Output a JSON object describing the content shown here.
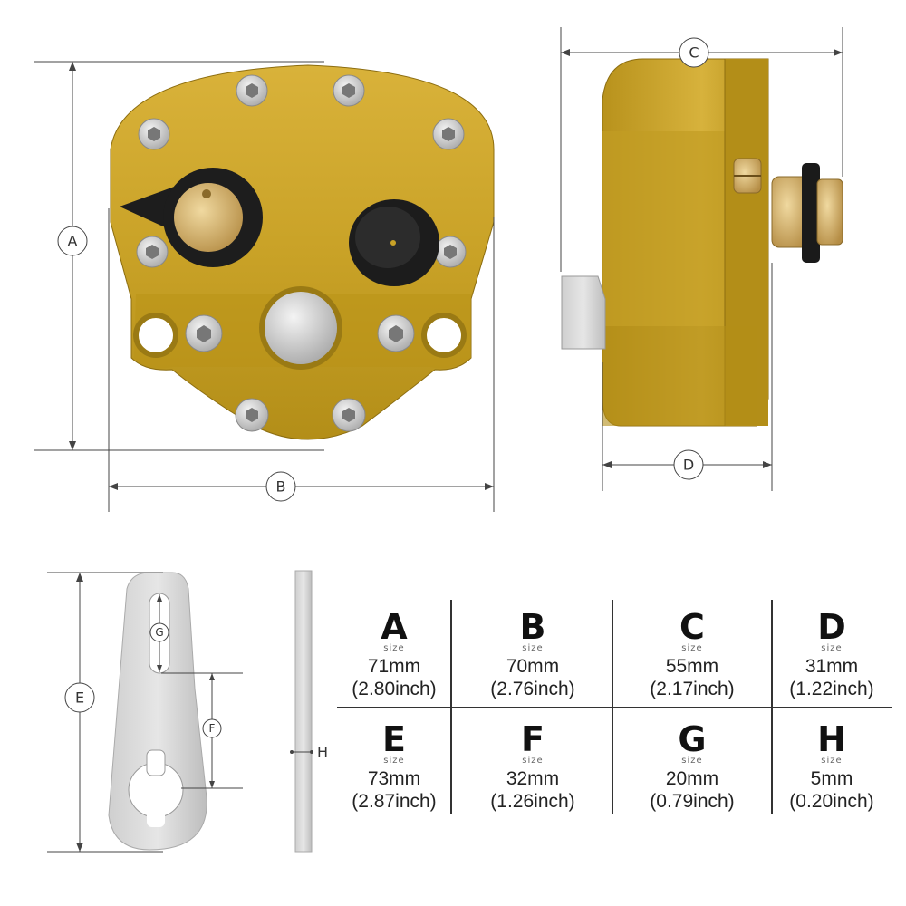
{
  "labels": {
    "A": "A",
    "B": "B",
    "C": "C",
    "D": "D",
    "E": "E",
    "F": "F",
    "G": "G",
    "H": "H"
  },
  "size_word": "size",
  "table": [
    {
      "letter": "A",
      "mm": "71mm",
      "inch": "(2.80inch)"
    },
    {
      "letter": "B",
      "mm": "70mm",
      "inch": "(2.76inch)"
    },
    {
      "letter": "C",
      "mm": "55mm",
      "inch": "(2.17inch)"
    },
    {
      "letter": "D",
      "mm": "31mm",
      "inch": "(1.22inch)"
    },
    {
      "letter": "E",
      "mm": "73mm",
      "inch": "(2.87inch)"
    },
    {
      "letter": "F",
      "mm": "32mm",
      "inch": "(1.26inch)"
    },
    {
      "letter": "G",
      "mm": "20mm",
      "inch": "(0.79inch)"
    },
    {
      "letter": "H",
      "mm": "5mm",
      "inch": "(0.20inch)"
    }
  ],
  "colors": {
    "gold": "#c9a227",
    "gold_dark": "#a07e14",
    "gold_light": "#e0bd4a",
    "steel": "#c8c8c8",
    "brass": "#d4b06a",
    "black_knob": "#1a1a1a"
  }
}
